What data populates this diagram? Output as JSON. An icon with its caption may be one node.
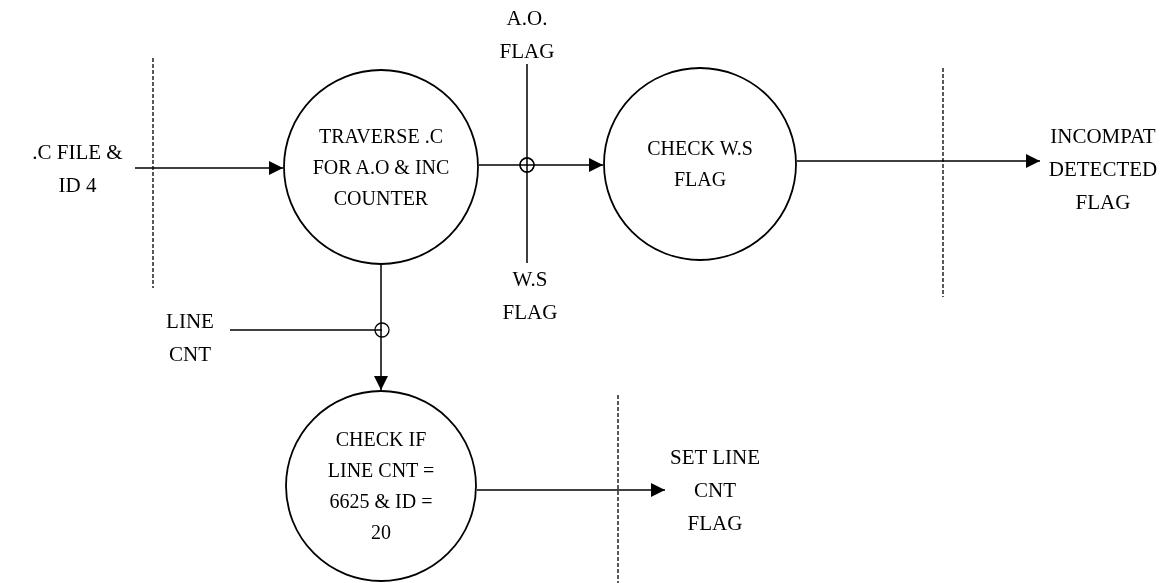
{
  "diagram": {
    "nodes": [
      {
        "text": [
          ".C FILE & ID 4"
        ]
      },
      {
        "text": [
          "TRAVERSE .C FOR A.O & INC COUNTER"
        ]
      },
      {
        "text": [
          "CHECK W.S FLAG"
        ]
      },
      {
        "text": [
          "INCOMPAT DETECTED FLAG"
        ]
      },
      {
        "text": [
          "CHECK IF LINE CNT = 6625 & ID = 20"
        ]
      },
      {
        "text": [
          "SET LINE CNT FLAG"
        ]
      },
      {
        "text": [
          "A.O. FLAG"
        ]
      },
      {
        "text": [
          "W.S FLAG"
        ]
      },
      {
        "text": [
          "LINE CNT"
        ]
      }
    ],
    "edges": [
      {
        "from": 0,
        "to": 1,
        "arrow": "to"
      },
      {
        "from": 1,
        "to": 2,
        "arrow": "to"
      },
      {
        "from": 2,
        "to": 3,
        "arrow": "to"
      },
      {
        "from": 1,
        "to": 4,
        "arrow": "to"
      },
      {
        "from": 4,
        "to": 5,
        "arrow": "to"
      },
      {
        "from": 6,
        "to": null,
        "arrow": "other"
      },
      {
        "from": 7,
        "to": null,
        "arrow": "other"
      },
      {
        "from": 8,
        "to": null,
        "arrow": "other"
      }
    ]
  }
}
